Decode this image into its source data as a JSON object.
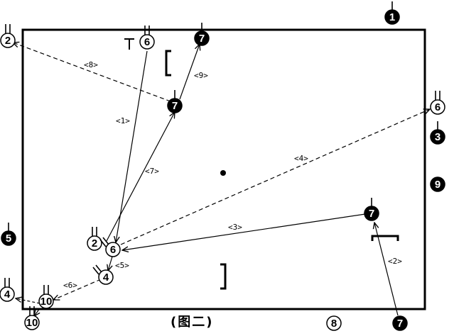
{
  "caption": "(图二)",
  "players": [
    {
      "id": "p1-top",
      "num": "1",
      "filled": true
    },
    {
      "id": "p2-left",
      "num": "2",
      "filled": false
    },
    {
      "id": "p6-top",
      "num": "6",
      "filled": false
    },
    {
      "id": "p7-top",
      "num": "7",
      "filled": true
    },
    {
      "id": "p7-mid",
      "num": "7",
      "filled": true
    },
    {
      "id": "p6-right",
      "num": "6",
      "filled": false
    },
    {
      "id": "p3-right",
      "num": "3",
      "filled": true
    },
    {
      "id": "p9-right",
      "num": "9",
      "filled": true
    },
    {
      "id": "p5-left",
      "num": "5",
      "filled": true
    },
    {
      "id": "p2-center",
      "num": "2",
      "filled": false
    },
    {
      "id": "p6-center",
      "num": "6",
      "filled": false
    },
    {
      "id": "p4-center",
      "num": "4",
      "filled": false
    },
    {
      "id": "p7-rightmid",
      "num": "7",
      "filled": true
    },
    {
      "id": "p4-left",
      "num": "4",
      "filled": false
    },
    {
      "id": "p10-bottom",
      "num": "10",
      "filled": false
    },
    {
      "id": "p10-corner",
      "num": "10",
      "filled": false
    },
    {
      "id": "p8-bottom",
      "num": "8",
      "filled": false
    },
    {
      "id": "p7-bottom",
      "num": "7",
      "filled": true
    }
  ],
  "paths": [
    {
      "id": "path-1",
      "label": "<1>",
      "dashed": false
    },
    {
      "id": "path-2",
      "label": "<2>",
      "dashed": false
    },
    {
      "id": "path-3",
      "label": "<3>",
      "dashed": false
    },
    {
      "id": "path-4",
      "label": "<4>",
      "dashed": true
    },
    {
      "id": "path-5",
      "label": "<5>",
      "dashed": false
    },
    {
      "id": "path-6",
      "label": "<6>",
      "dashed": true
    },
    {
      "id": "path-7",
      "label": "<7>",
      "dashed": false
    },
    {
      "id": "path-8",
      "label": "<8>",
      "dashed": true
    },
    {
      "id": "path-9",
      "label": "<9>",
      "dashed": false
    }
  ],
  "colors": {
    "ink": "#000000",
    "paper": "#ffffff"
  }
}
